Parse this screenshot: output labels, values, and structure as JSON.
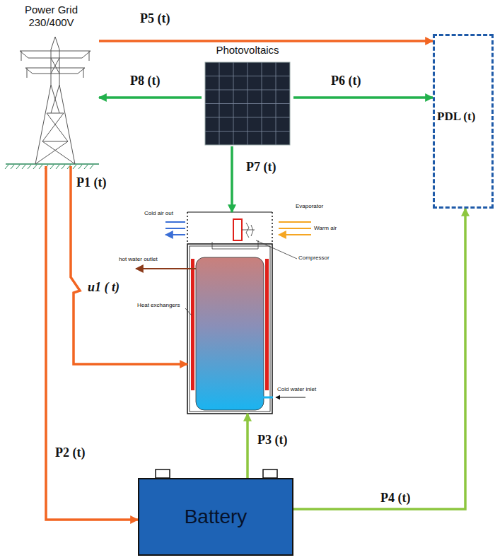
{
  "diagram": {
    "nodes": [
      {
        "text": [
          "Power Grid 230/400V"
        ]
      },
      {
        "text": [
          "Photovoltaics"
        ]
      },
      {
        "text": [
          "PDL (t)"
        ]
      },
      {
        "text": [
          "Cold air out",
          "Evaporator",
          "Warm air",
          "Compressor",
          "hot water outlet",
          "Heat exchangers",
          "Cold water inlet"
        ]
      },
      {
        "text": [
          "Battery"
        ]
      }
    ],
    "edges": [
      {
        "from": 0,
        "to": 2,
        "label": "P5 (t)",
        "arrow": "to"
      },
      {
        "from": 1,
        "to": 0,
        "label": "P8 (t)",
        "arrow": "to"
      },
      {
        "from": 1,
        "to": 2,
        "label": "P6 (t)",
        "arrow": "to"
      },
      {
        "from": 1,
        "to": 3,
        "label": "P7 (t)",
        "arrow": "to"
      },
      {
        "from": 0,
        "to": 3,
        "label": "P1 (t)",
        "arrow": "to"
      },
      {
        "from": 0,
        "to": 4,
        "label": "P2 (t)",
        "arrow": "to"
      },
      {
        "from": 4,
        "to": 3,
        "label": "P3 (t)",
        "arrow": "to"
      },
      {
        "from": 4,
        "to": 2,
        "label": "P4 (t)",
        "arrow": "to"
      }
    ],
    "labels": [
      "u1 ( t)"
    ]
  }
}
